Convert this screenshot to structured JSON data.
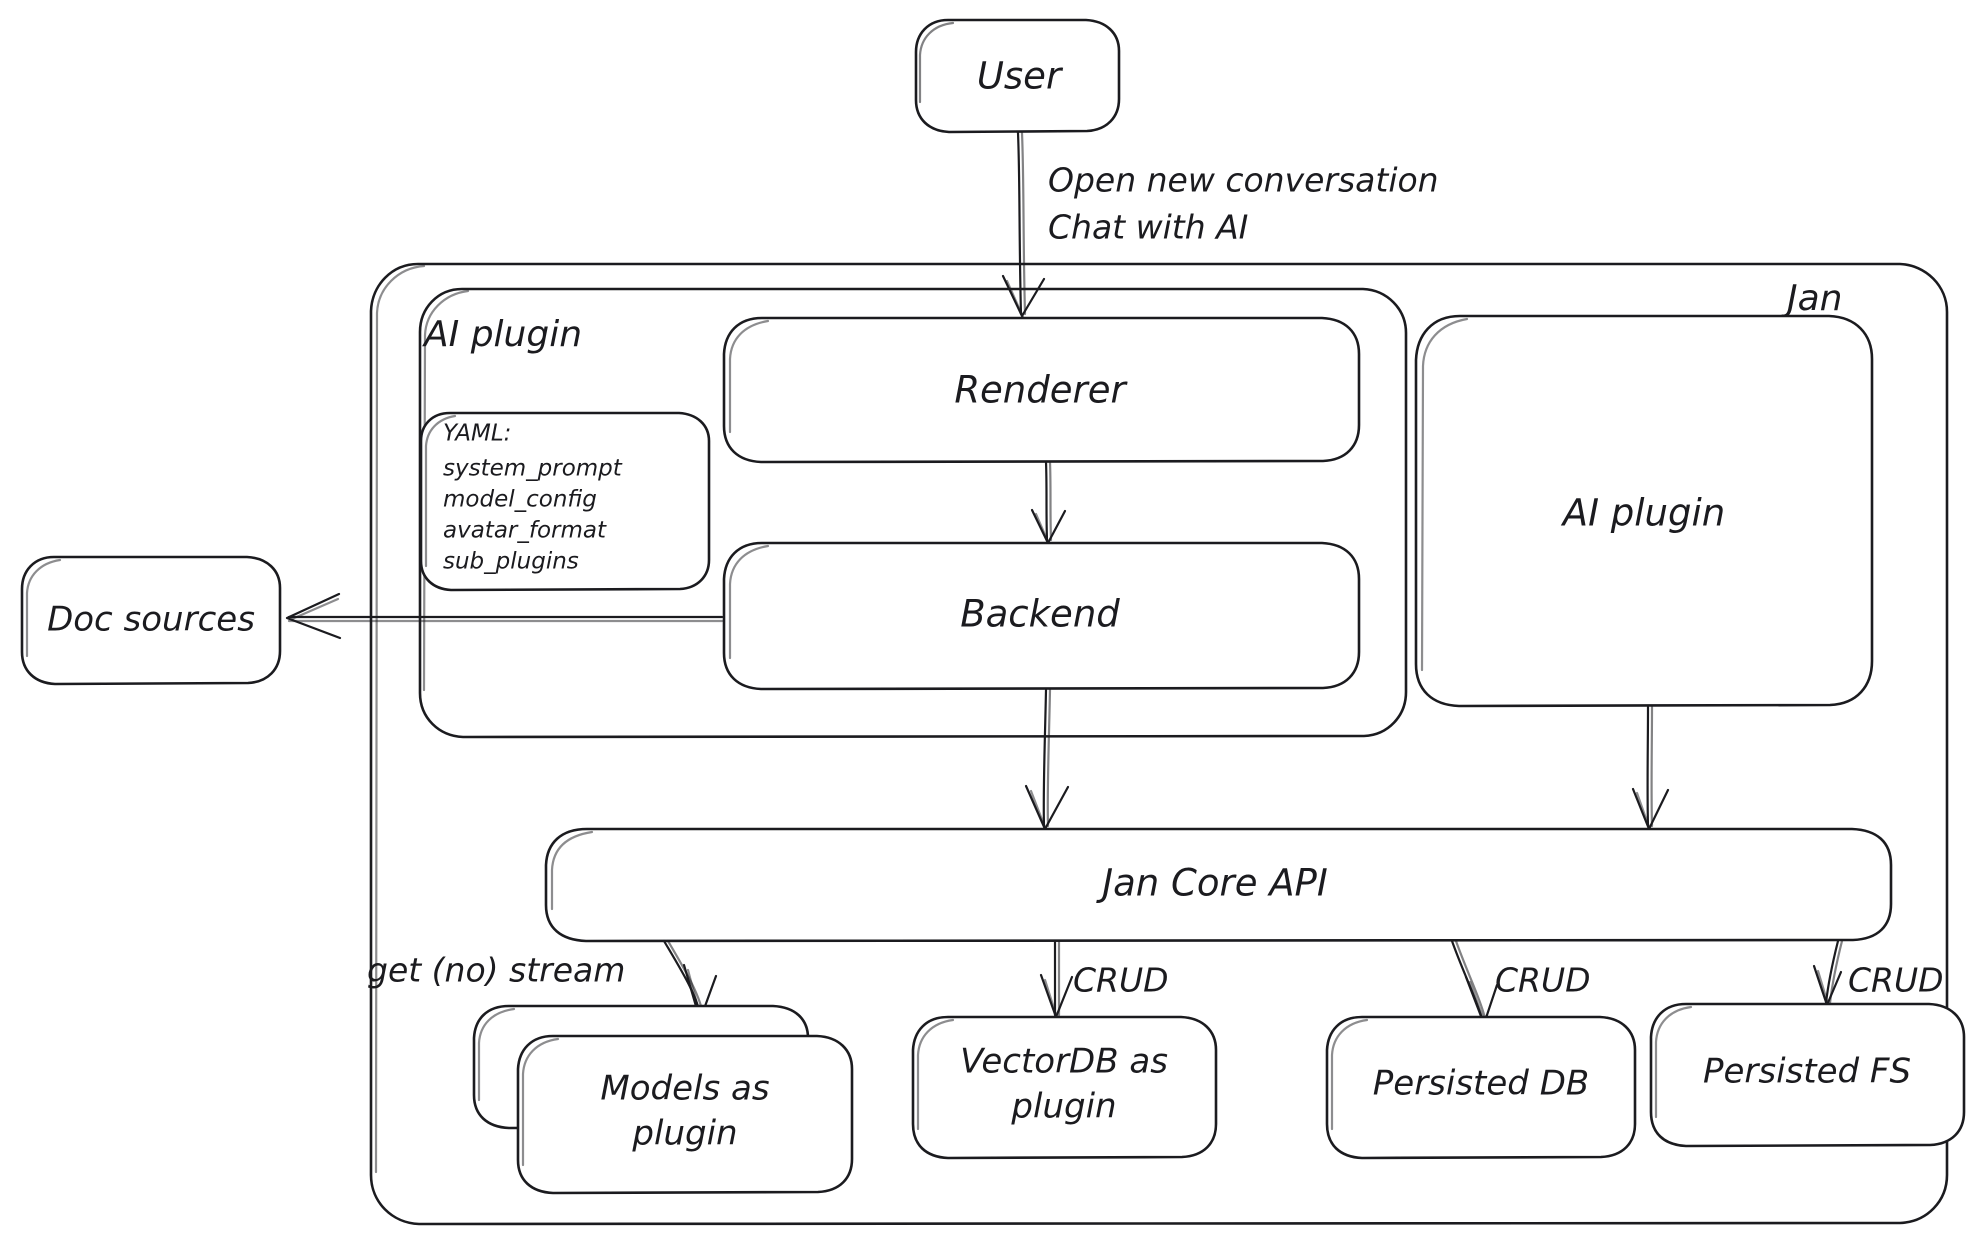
{
  "diagram": {
    "title": "Jan architecture diagram",
    "style": "hand-drawn",
    "stroke_color": "#1b1b1f",
    "background_color": "#ffffff"
  },
  "nodes": {
    "user": {
      "label": "User"
    },
    "jan_container": {
      "label": "Jan"
    },
    "ai_plugin_container": {
      "label": "AI plugin"
    },
    "yaml_note": {
      "lines": [
        "YAML:",
        "system_prompt",
        "model_config",
        "avatar_format",
        "sub_plugins"
      ]
    },
    "renderer": {
      "label": "Renderer"
    },
    "backend": {
      "label": "Backend"
    },
    "ai_plugin_box": {
      "label": "AI plugin"
    },
    "doc_sources": {
      "label": "Doc sources"
    },
    "jan_core_api": {
      "label": "Jan Core API"
    },
    "models_plugin": {
      "line1": "Models as",
      "line2": "plugin"
    },
    "vectordb_plugin": {
      "line1": "VectorDB as",
      "line2": "plugin"
    },
    "persisted_db": {
      "label": "Persisted DB"
    },
    "persisted_fs": {
      "label": "Persisted FS"
    }
  },
  "edge_labels": {
    "user_to_renderer_line1": "Open new conversation",
    "user_to_renderer_line2": "Chat with AI",
    "api_to_models": "get (no) stream",
    "api_to_vectordb": "CRUD",
    "api_to_persisted_db": "CRUD",
    "api_to_persisted_fs": "CRUD"
  }
}
